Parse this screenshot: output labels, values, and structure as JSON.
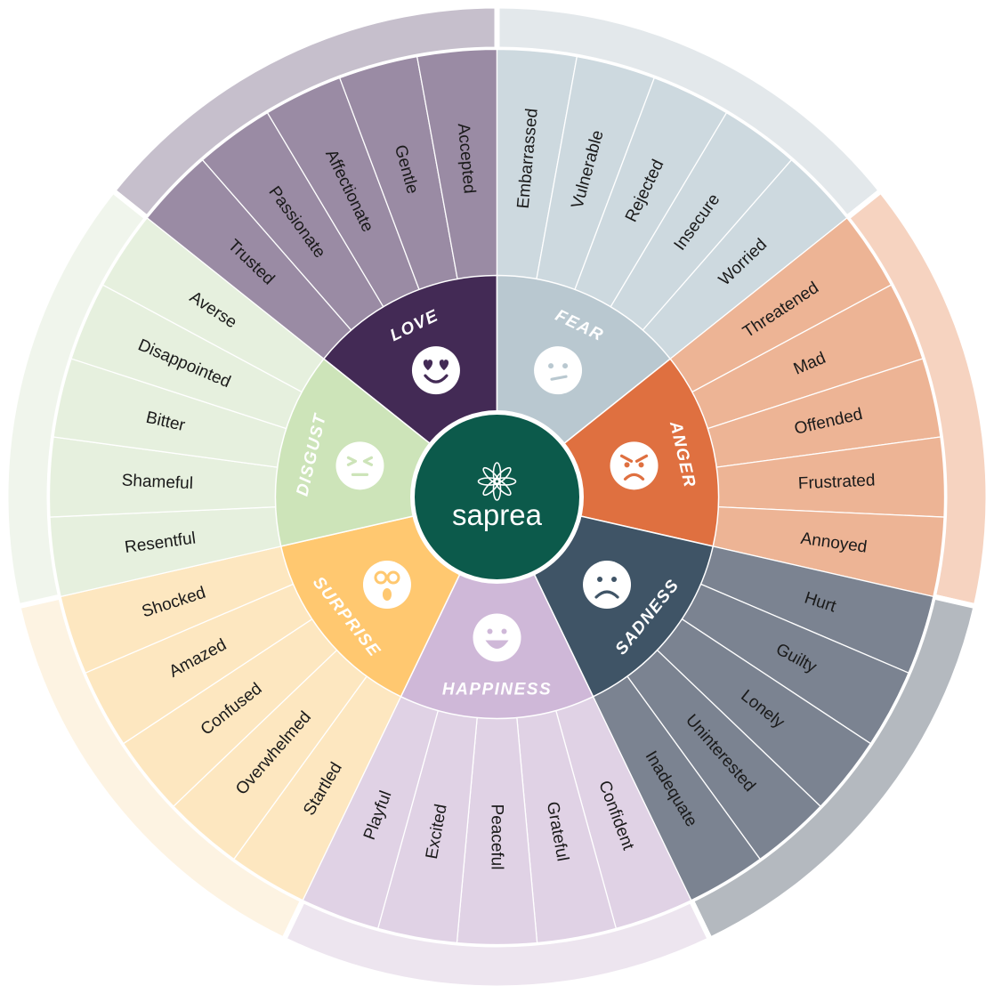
{
  "brand": {
    "name": "saprea",
    "logo_icon": "saprea-flower-logo-icon",
    "center_color": "#0c5a4b"
  },
  "wheel": {
    "sectors": [
      {
        "key": "love",
        "label": "LOVE",
        "icon": "heart-eyes-face-icon",
        "core_color": "#432a55",
        "sub_color": "#9a8ba4",
        "ring_color": "#c6bfcc",
        "emotions": [
          "Trusted",
          "Passionate",
          "Affectionate",
          "Gentle",
          "Accepted"
        ]
      },
      {
        "key": "fear",
        "label": "FEAR",
        "icon": "neutral-face-icon",
        "core_color": "#b9c8d0",
        "sub_color": "#cdd9df",
        "ring_color": "#e3e8eb",
        "emotions": [
          "Embarrassed",
          "Vulnerable",
          "Rejected",
          "Insecure",
          "Worried"
        ]
      },
      {
        "key": "anger",
        "label": "ANGER",
        "icon": "angry-face-icon",
        "core_color": "#df7040",
        "sub_color": "#edb495",
        "ring_color": "#f6d3c0",
        "emotions": [
          "Threatened",
          "Mad",
          "Offended",
          "Frustrated",
          "Annoyed"
        ]
      },
      {
        "key": "sadness",
        "label": "SADNESS",
        "icon": "sad-face-icon",
        "core_color": "#3f5466",
        "sub_color": "#7b8391",
        "ring_color": "#b4b9bf",
        "emotions": [
          "Hurt",
          "Guilty",
          "Lonely",
          "Uninterested",
          "Inadequate"
        ]
      },
      {
        "key": "happiness",
        "label": "HAPPINESS",
        "icon": "smiling-face-icon",
        "core_color": "#cfb8d8",
        "sub_color": "#e0d2e5",
        "ring_color": "#ede5ef",
        "emotions": [
          "Confident",
          "Grateful",
          "Peaceful",
          "Excited",
          "Playful"
        ]
      },
      {
        "key": "surprise",
        "label": "SURPRISE",
        "icon": "surprised-face-icon",
        "core_color": "#ffc870",
        "sub_color": "#fde7c0",
        "ring_color": "#fdf3e2",
        "emotions": [
          "Startled",
          "Overwhelmed",
          "Confused",
          "Amazed",
          "Shocked"
        ]
      },
      {
        "key": "disgust",
        "label": "DISGUST",
        "icon": "disgusted-face-icon",
        "core_color": "#cde4b9",
        "sub_color": "#e6f0de",
        "ring_color": "#f0f5ec",
        "emotions": [
          "Resentful",
          "Shameful",
          "Bitter",
          "Disappointed",
          "Averse"
        ]
      }
    ]
  }
}
